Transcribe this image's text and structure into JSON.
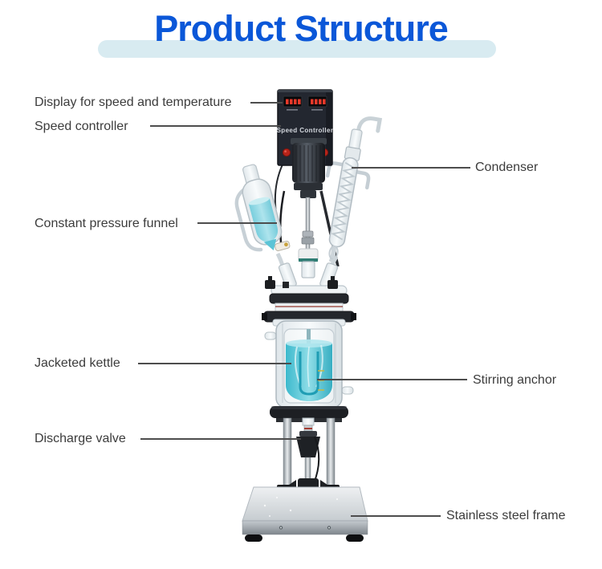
{
  "title": "Product Structure",
  "device": {
    "controller_label": "Speed Controller"
  },
  "callouts": {
    "display": {
      "label": "Display for speed and temperature",
      "side": "left"
    },
    "speed_controller": {
      "label": "Speed controller",
      "side": "left"
    },
    "condenser": {
      "label": "Condenser",
      "side": "right"
    },
    "constant_pressure_funnel": {
      "label": "Constant pressure funnel",
      "side": "left"
    },
    "jacketed_kettle": {
      "label": "Jacketed kettle",
      "side": "left"
    },
    "stirring_anchor": {
      "label": "Stirring anchor",
      "side": "right"
    },
    "discharge_valve": {
      "label": "Discharge valve",
      "side": "left"
    },
    "stainless_steel_frame": {
      "label": "Stainless steel frame",
      "side": "right"
    }
  },
  "colors": {
    "title": "#0b57d8",
    "title_highlight": "#d8ebf1",
    "label_text": "#3c3c3c",
    "callout_line": "#4d4d4d",
    "liquid_teal": "#7fd4e0",
    "controller_body": "#232730",
    "led_red": "#e8392a"
  }
}
